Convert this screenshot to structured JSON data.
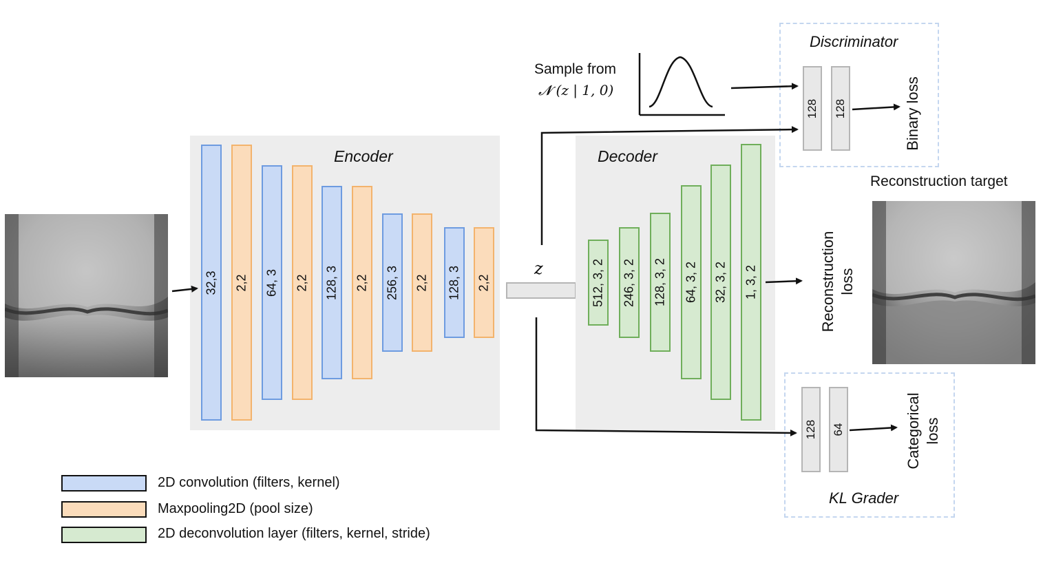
{
  "encoder": {
    "title": "Encoder",
    "layers": [
      {
        "type": "conv",
        "label": "32,3"
      },
      {
        "type": "pool",
        "label": "2,2"
      },
      {
        "type": "conv",
        "label": "64, 3"
      },
      {
        "type": "pool",
        "label": "2,2"
      },
      {
        "type": "conv",
        "label": "128, 3"
      },
      {
        "type": "pool",
        "label": "2,2"
      },
      {
        "type": "conv",
        "label": "256, 3"
      },
      {
        "type": "pool",
        "label": "2,2"
      },
      {
        "type": "conv",
        "label": "128, 3"
      },
      {
        "type": "pool",
        "label": "2,2"
      }
    ]
  },
  "latent": {
    "symbol": "z"
  },
  "decoder": {
    "title": "Decoder",
    "layers": [
      {
        "label": "512, 3, 2"
      },
      {
        "label": "246, 3, 2"
      },
      {
        "label": "128, 3, 2"
      },
      {
        "label": "64, 3, 2"
      },
      {
        "label": "32, 3, 2"
      },
      {
        "label": "1, 3, 2"
      }
    ]
  },
  "sampler": {
    "line1": "Sample from",
    "line2": "𝓝 (z | 1, 0)"
  },
  "discriminator": {
    "title": "Discriminator",
    "layers": [
      "128",
      "128"
    ],
    "loss": "Binary loss"
  },
  "reconstruction": {
    "loss_line1": "Reconstruction",
    "loss_line2": "loss",
    "target_label": "Reconstruction target"
  },
  "kl_grader": {
    "title": "KL Grader",
    "layers": [
      "128",
      "64"
    ],
    "loss_line1": "Categorical",
    "loss_line2": "loss"
  },
  "legend": [
    {
      "type": "conv",
      "label": "2D convolution (filters, kernel)"
    },
    {
      "type": "pool",
      "label": "Maxpooling2D (pool size)"
    },
    {
      "type": "deconv",
      "label": "2D deconvolution layer (filters, kernel, stride)"
    }
  ],
  "colors": {
    "conv_fill": "#c9daf6",
    "conv_border": "#6d9be0",
    "pool_fill": "#fbdcbb",
    "pool_border": "#f3b36c",
    "deconv_fill": "#d6ead0",
    "deconv_border": "#6fae5a",
    "panel": "#ededed",
    "dashed_box": "#c4d6ef"
  }
}
